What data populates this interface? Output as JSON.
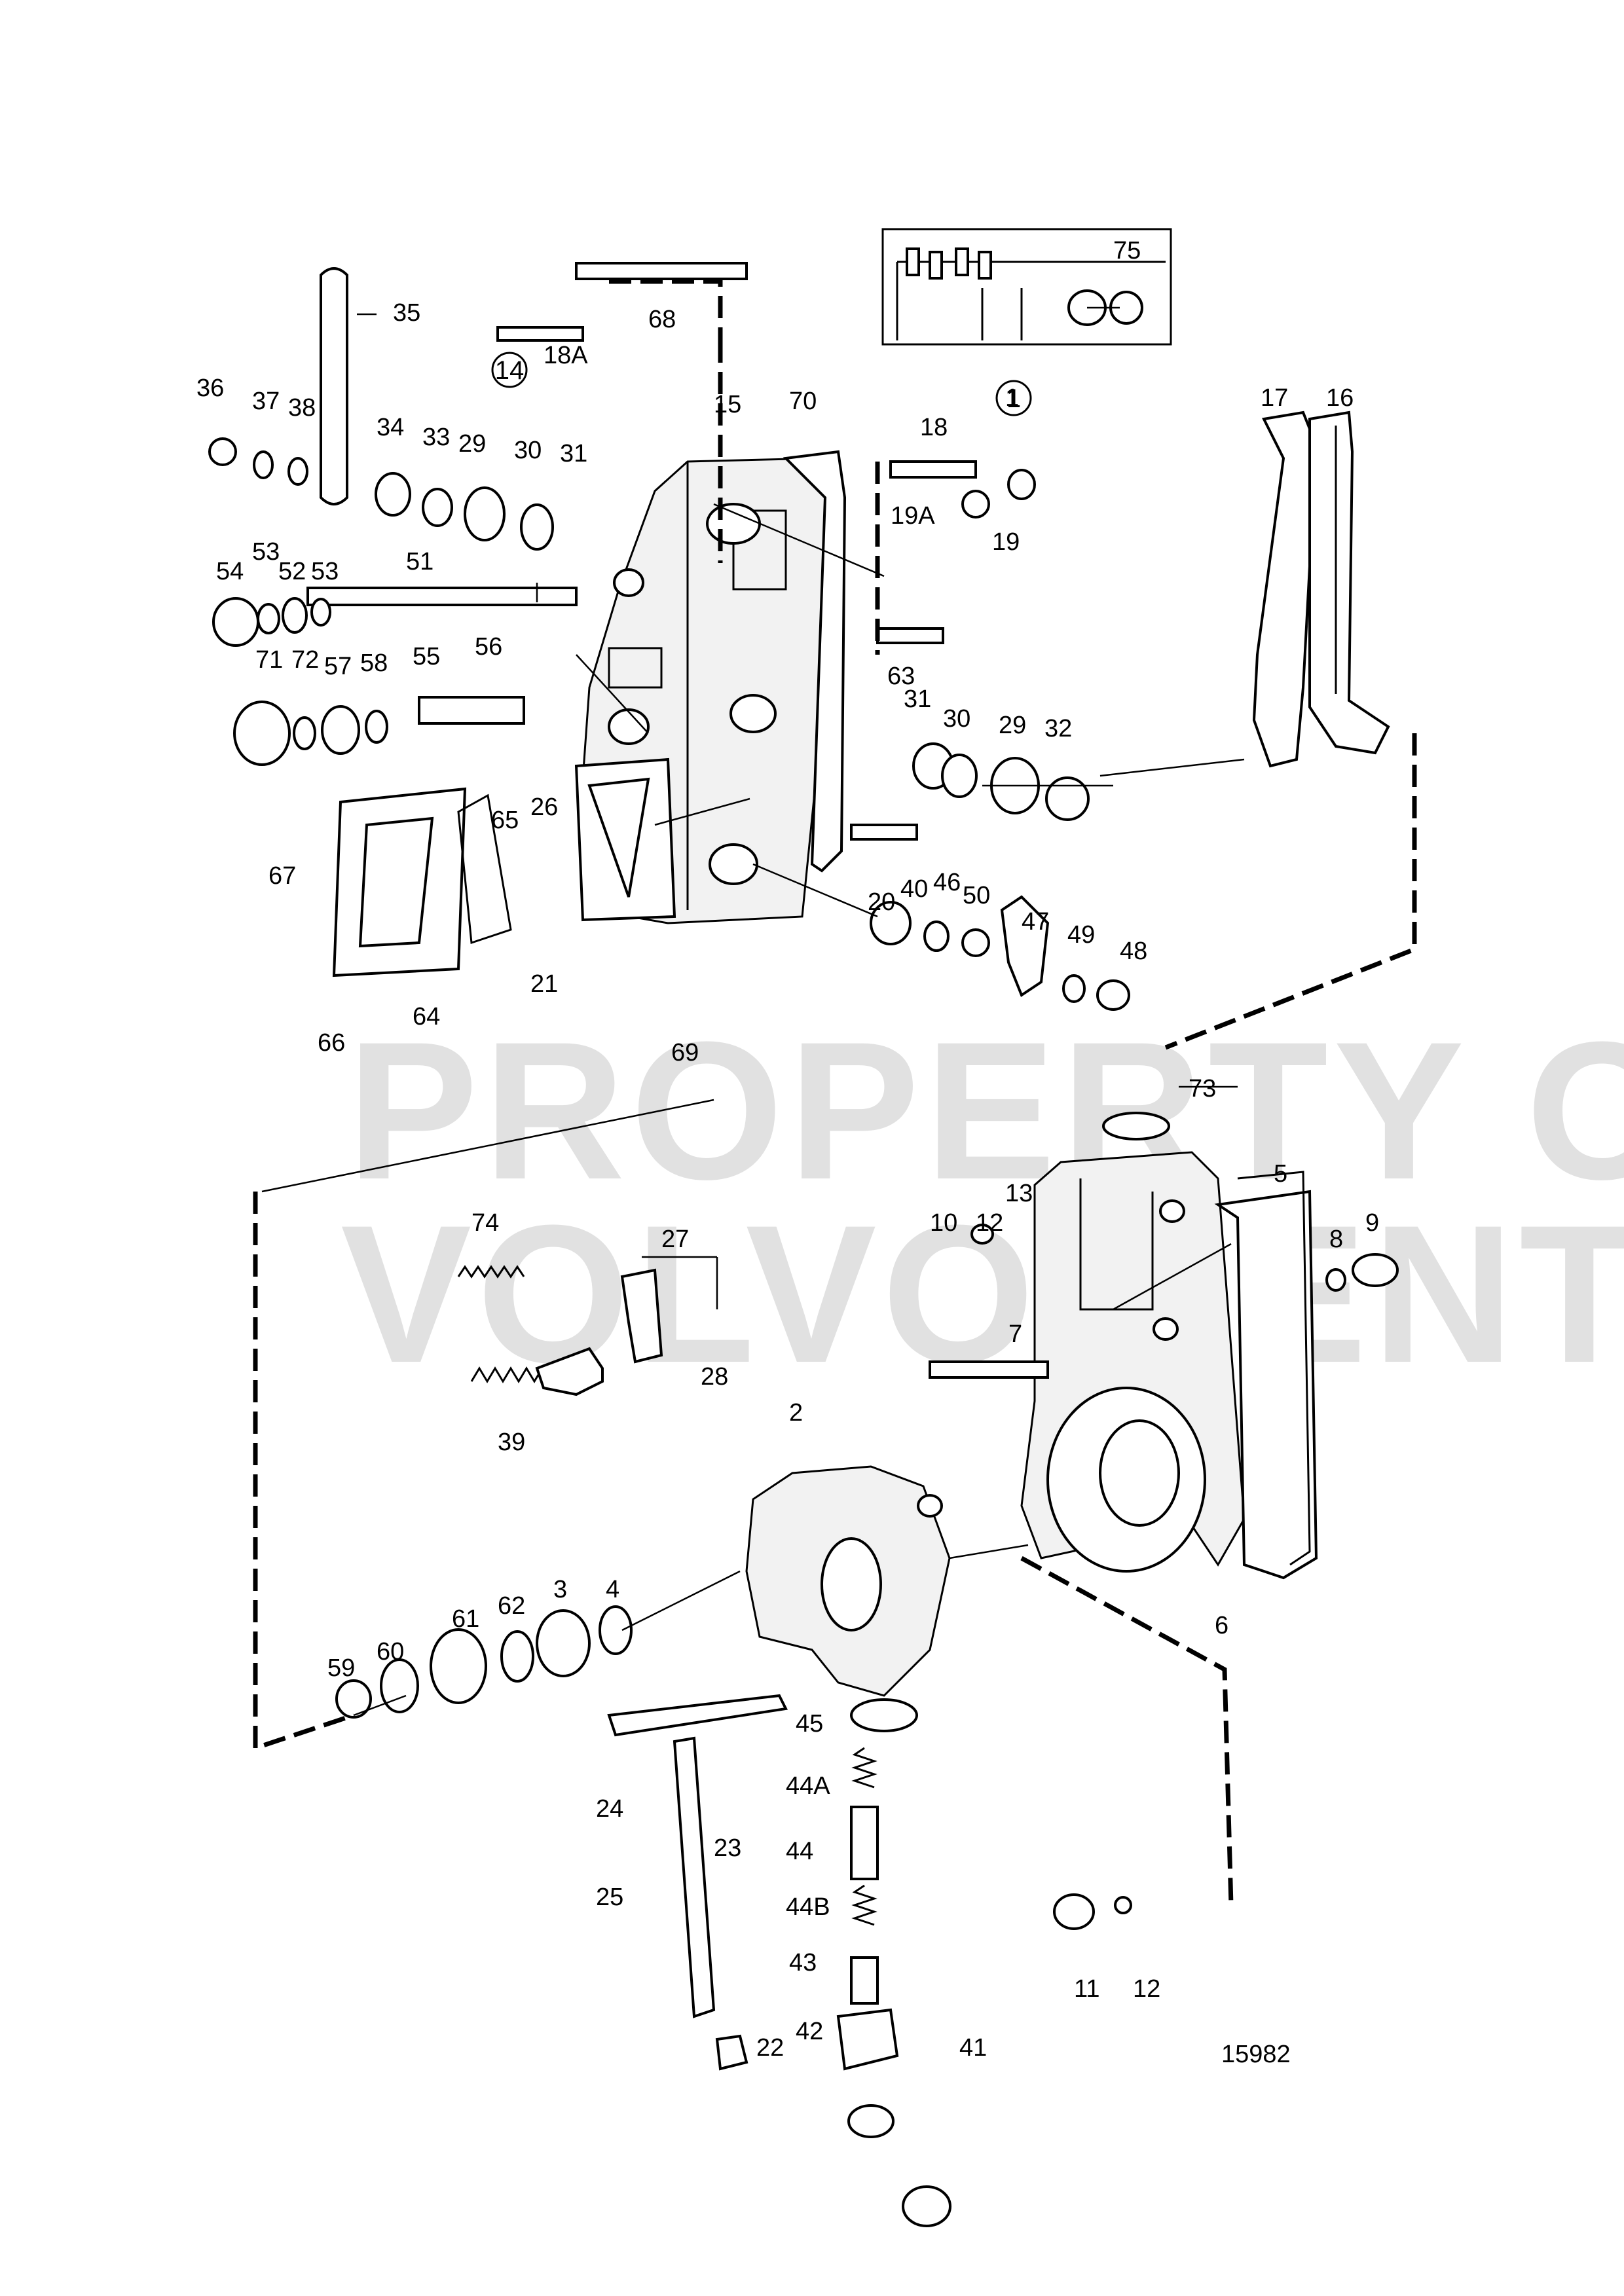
{
  "drawing_number": "15982",
  "watermark": {
    "line1": "PROPERTY OF",
    "line2": "VOLVO PENTA"
  },
  "circled_refs": [
    "14",
    "1"
  ],
  "labels": [
    "1",
    "2",
    "3",
    "4",
    "5",
    "6",
    "7",
    "8",
    "9",
    "10",
    "11",
    "12",
    "12",
    "13",
    "15",
    "16",
    "17",
    "18",
    "18A",
    "19",
    "19A",
    "20",
    "21",
    "22",
    "23",
    "24",
    "25",
    "26",
    "27",
    "28",
    "29",
    "29",
    "30",
    "30",
    "31",
    "31",
    "32",
    "33",
    "34",
    "35",
    "36",
    "37",
    "38",
    "39",
    "40",
    "41",
    "42",
    "43",
    "44",
    "44A",
    "44B",
    "45",
    "46",
    "47",
    "48",
    "49",
    "50",
    "51",
    "52",
    "53",
    "53",
    "54",
    "55",
    "56",
    "57",
    "58",
    "59",
    "60",
    "61",
    "62",
    "63",
    "64",
    "65",
    "66",
    "67",
    "68",
    "69",
    "70",
    "71",
    "72",
    "73",
    "74",
    "75"
  ]
}
